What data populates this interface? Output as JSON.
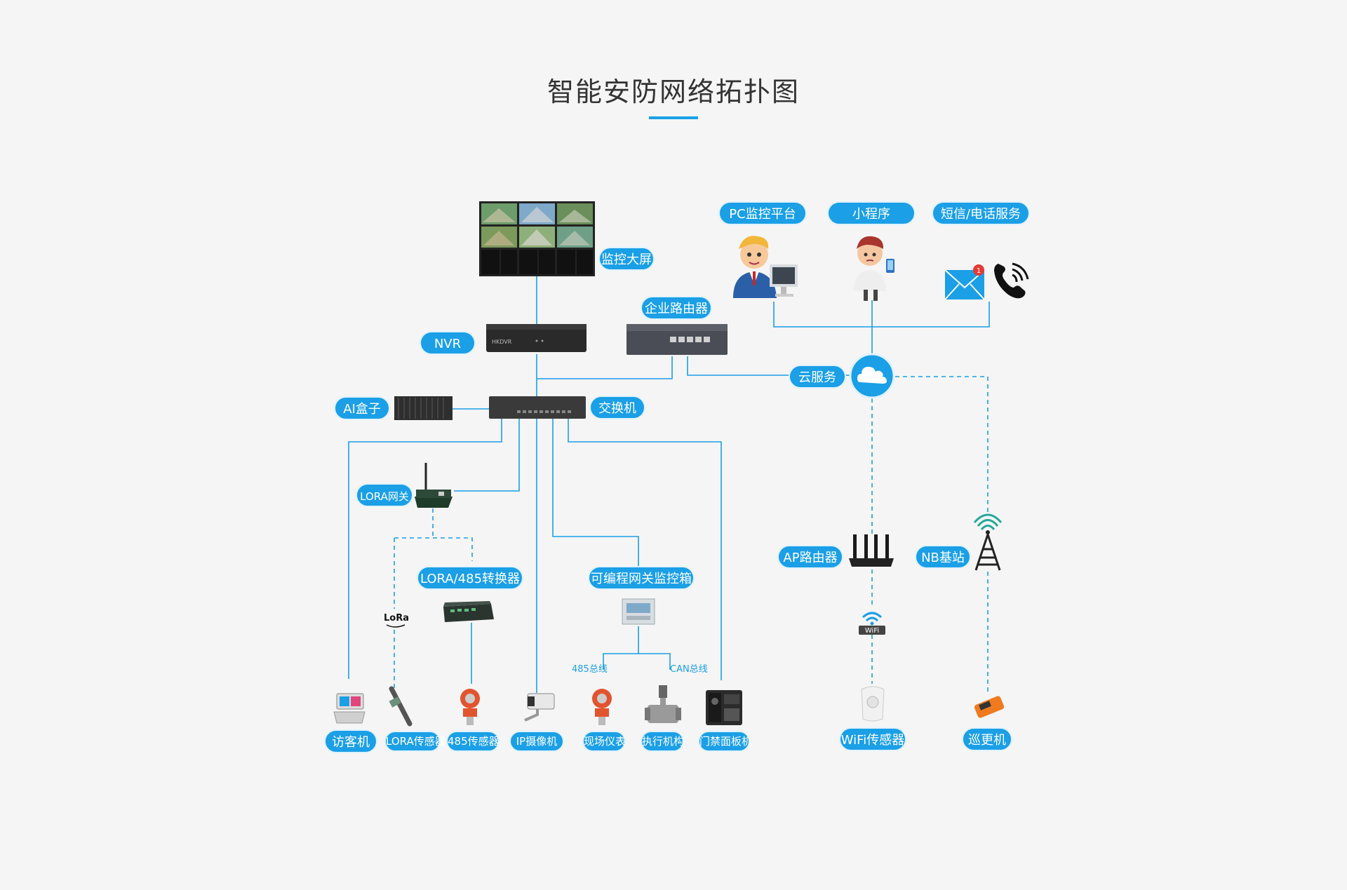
{
  "title": "智能安防网络拓扑图",
  "labels": {
    "monitor_screen": "监控大屏",
    "nvr": "NVR",
    "enterprise_router": "企业路由器",
    "ai_box": "AI盒子",
    "switch": "交换机",
    "cloud": "云服务",
    "pc_platform": "PC监控平台",
    "mini_program": "小程序",
    "sms_phone": "短信/电话服务",
    "lora_gateway": "LORA网关",
    "lora_485": "LORA/485转换器",
    "plc_box": "可编程网关监控箱",
    "bus_485": "485总线",
    "bus_can": "CAN总线",
    "ap_router": "AP路由器",
    "nb_station": "NB基站",
    "lora_logo": "LoRa",
    "wifi_badge": "WiFi",
    "nvr_brand": "HKDVR",
    "notify_count": "1"
  },
  "terminals": [
    {
      "label": "访客机"
    },
    {
      "label": "LORA传感器"
    },
    {
      "label": "485传感器"
    },
    {
      "label": "IP摄像机"
    },
    {
      "label": "现场仪表"
    },
    {
      "label": "执行机构"
    },
    {
      "label": "门禁面板机"
    },
    {
      "label": "WiFi传感器"
    },
    {
      "label": "巡更机"
    }
  ],
  "colors": {
    "accent": "#1b9fe6",
    "wire": "#1b9fe6",
    "text": "#333333",
    "background": "#f5f5f5"
  }
}
